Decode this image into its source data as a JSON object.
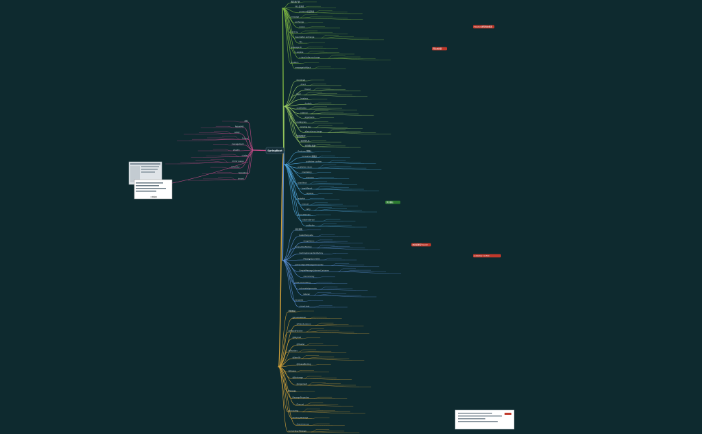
{
  "root": {
    "label": "SpringBoot"
  },
  "branches": [
    {
      "name": "top-green",
      "color": "#7cb342",
      "labels": [
        "概念和产品",
        "什么是消息",
        "producer投递消息",
        "message",
        "exchange",
        "queue",
        "binding",
        "dead-letter exchange",
        "TTL",
        "message-ttl",
        "x-expires",
        "x-dead-letter-exchange",
        "prefetch",
        "messageAckNack"
      ]
    },
    {
      "name": "upper-green",
      "color": "#9ccc65",
      "labels": [
        "exchange",
        "direct",
        "fanout",
        "topic",
        "headers",
        "durable",
        "autoDelete",
        "internal",
        "arguments",
        "routing key",
        "binding key",
        "alternate-exchange",
        "交换机类型",
        "消息持久化",
        "消息确认机制"
      ]
    },
    {
      "name": "middle-blue",
      "color": "#4fa3d9",
      "labels": [
        "Producer 端确认",
        "Consumer 端确认",
        "publisher confirm",
        "publisher return",
        "mandatory",
        "basicAck",
        "basicNack",
        "basicReject",
        "requeue",
        "autoAck",
        "manual",
        "retry",
        "max-attempts",
        "initial-interval",
        "multiplier"
      ]
    },
    {
      "name": "lower-blue",
      "color": "#5c8fd6",
      "labels": [
        "基本配置",
        "RabbitTemplate",
        "AmqpAdmin",
        "ConnectionFactory",
        "CachingConnectionFactory",
        "MessageConverter",
        "Jackson2JsonMessageConverter",
        "SimpleMessageListenerContainer",
        "concurrency",
        "max-concurrency",
        "acknowledge-mode",
        "listener",
        "template",
        "virtual-host"
      ]
    },
    {
      "name": "bottom-orange",
      "color": "#d4a23a",
      "labels": [
        "注解驱动",
        "@EnableRabbit",
        "@RabbitListener",
        "@RabbitHandler",
        "@Payload",
        "@Header",
        "@Headers",
        "@SendTo",
        "@QueueBinding",
        "@Queue",
        "@Exchange",
        "@Argument",
        "Message",
        "MessageProperties",
        "Channel",
        "deliveryTag",
        "Sending Message",
        "Asynchronous",
        "Converting Message"
      ]
    },
    {
      "name": "left-side",
      "color": "#c04a86",
      "labels": [
        "总结",
        "RabbitMQ",
        "AMQP",
        "Erlang",
        "management",
        "plugins",
        "cluster",
        "mirror queue",
        "HA policy",
        "federation",
        "shovel"
      ]
    }
  ],
  "highlights": [
    {
      "text": "Headers类型的交换器",
      "color": "#c0392b"
    },
    {
      "text": "死信交换器",
      "color": "#c0392b"
    },
    {
      "text": "消息确认",
      "color": "#2e7d32"
    },
    {
      "text": "交换机类型 fanout",
      "color": "#c0392b"
    },
    {
      "text": "publisher confirm",
      "color": "#c0392b"
    }
  ],
  "thumbnail": {
    "caption": "示例截图"
  }
}
